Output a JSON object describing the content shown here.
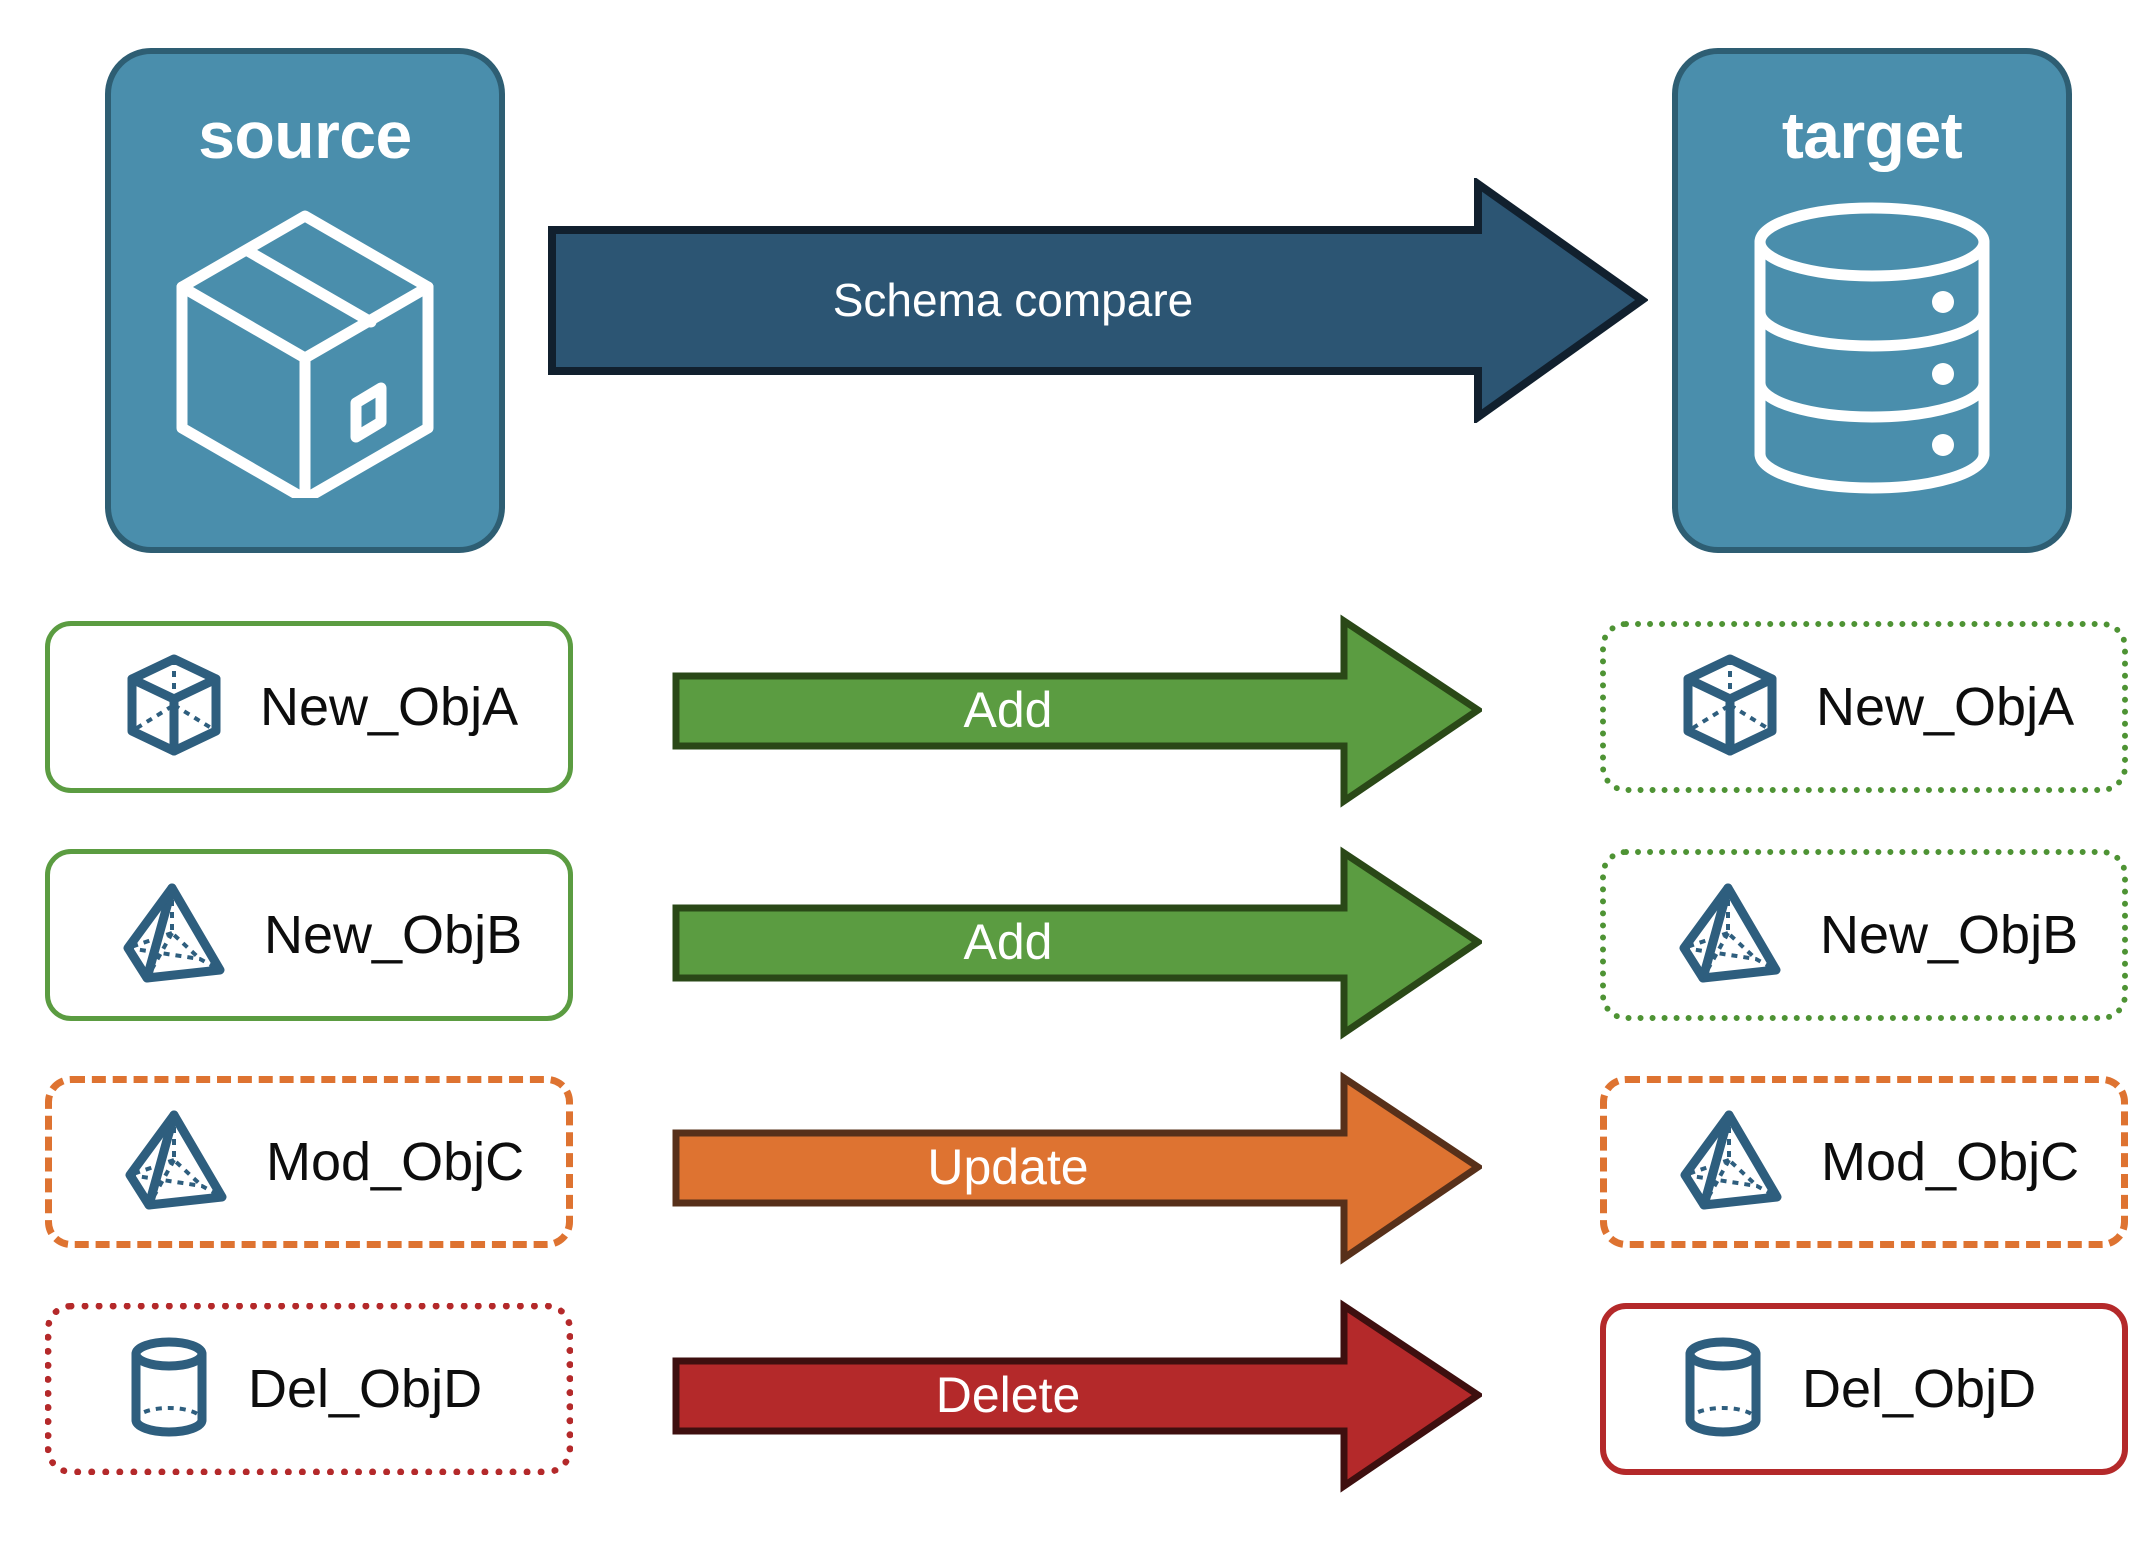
{
  "diagram": {
    "title": "Schema compare between source and target",
    "background": "#ffffff"
  },
  "colors": {
    "panel_fill": "#4A8EAC",
    "panel_border": "#2E5E73",
    "compare_arrow_fill": "#2C5573",
    "compare_arrow_border": "#11202E",
    "add_fill": "#5B9C41",
    "add_border": "#2A4817",
    "update_fill": "#DE7331",
    "update_border": "#57301A",
    "delete_fill": "#B4292A",
    "delete_border": "#3E0F0F",
    "object_icon": "#2E5E7E",
    "label_text": "#0d0d0d"
  },
  "endpoints": {
    "source": {
      "title": "source",
      "icon": "package-box-icon"
    },
    "target": {
      "title": "target",
      "icon": "database-cylinder-icon"
    }
  },
  "compare": {
    "label": "Schema compare",
    "icon": "right-arrow-icon"
  },
  "rows": [
    {
      "action": "Add",
      "source": {
        "label": "New_ObjA",
        "icon": "wireframe-cube-icon",
        "border_style": "green-solid"
      },
      "target": {
        "label": "New_ObjA",
        "icon": "wireframe-cube-icon",
        "border_style": "green-dotted"
      }
    },
    {
      "action": "Add",
      "source": {
        "label": "New_ObjB",
        "icon": "wireframe-pyramid-icon",
        "border_style": "green-solid"
      },
      "target": {
        "label": "New_ObjB",
        "icon": "wireframe-pyramid-icon",
        "border_style": "green-dotted"
      }
    },
    {
      "action": "Update",
      "source": {
        "label": "Mod_ObjC",
        "icon": "wireframe-pyramid-icon",
        "border_style": "orange-dashed"
      },
      "target": {
        "label": "Mod_ObjC",
        "icon": "wireframe-pyramid-icon",
        "border_style": "orange-dashed"
      }
    },
    {
      "action": "Delete",
      "source": {
        "label": "Del_ObjD",
        "icon": "wireframe-cylinder-icon",
        "border_style": "red-dotted"
      },
      "target": {
        "label": "Del_ObjD",
        "icon": "wireframe-cylinder-icon",
        "border_style": "red-solid"
      }
    }
  ]
}
